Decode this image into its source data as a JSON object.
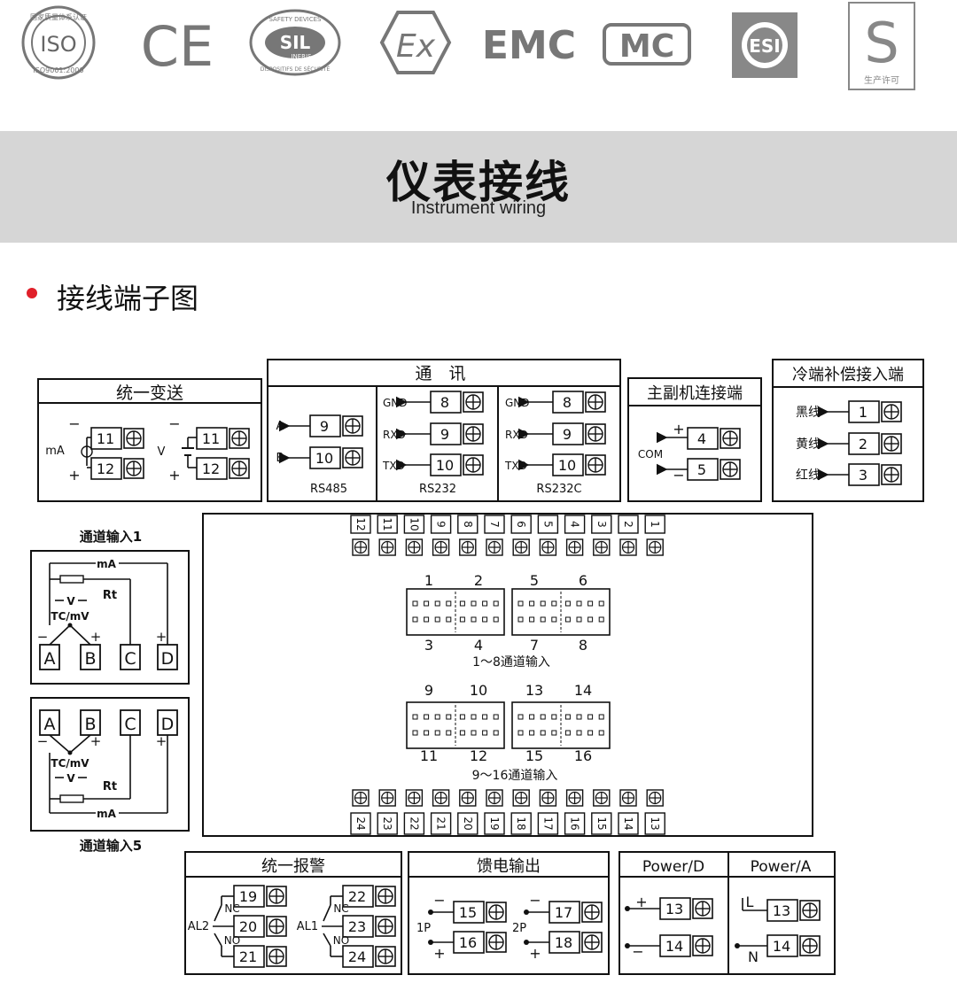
{
  "logos": {
    "iso_text": "ISO",
    "iso_arc": "国家质量体系认证",
    "iso_bottom": "ISO9001:2000",
    "ce_text": "CE",
    "sil_text": "SIL",
    "sil_sub": "INERIS",
    "sil_top": "SAFETY DEVICES",
    "sil_bottom": "DISPOSITIFS DE SÉCURITÉ",
    "ex_text": "Ex",
    "emc_text": "EMC",
    "mc_text": "MC",
    "esi_text": "ESI",
    "s_text": "S",
    "s_caption": "生产许可"
  },
  "title": {
    "zh": "仪表接线",
    "en": "Instrument wiring"
  },
  "section": {
    "label": "接线端子图"
  },
  "diagram": {
    "box_transmit": {
      "title": "统一变送",
      "ma": "mA",
      "v": "V",
      "minus": "−",
      "plus": "+",
      "t1": "11",
      "t2": "12"
    },
    "box_comm": {
      "title": "通　讯",
      "a": "A",
      "b": "B",
      "t9": "9",
      "t10": "10",
      "t8": "8",
      "gnd": "GND",
      "rxd": "RXD",
      "txd": "TXD",
      "rs485": "RS485",
      "rs232": "RS232",
      "rs232c": "RS232C"
    },
    "box_master": {
      "title": "主副机连接端",
      "com": "COM",
      "plus": "+",
      "minus": "−",
      "t4": "4",
      "t5": "5"
    },
    "box_cj": {
      "title": "冷端补偿接入端",
      "black": "黑线",
      "yellow": "黄线",
      "red": "红线",
      "t1": "1",
      "t2": "2",
      "t3": "3"
    },
    "ch1": {
      "title": "通道输入1",
      "ma": "mA",
      "rt": "Rt",
      "v": "V",
      "tc": "TC/mV",
      "a": "A",
      "b": "B",
      "c": "C",
      "d": "D",
      "minus": "−",
      "plus": "+"
    },
    "ch5": {
      "title": "通道输入5"
    },
    "main": {
      "top_terms": [
        "12",
        "11",
        "10",
        "9",
        "8",
        "7",
        "6",
        "5",
        "4",
        "3",
        "2",
        "1"
      ],
      "bottom_terms": [
        "24",
        "23",
        "22",
        "21",
        "20",
        "19",
        "18",
        "17",
        "16",
        "15",
        "14",
        "13"
      ],
      "g1_top": [
        "1",
        "2",
        "5",
        "6"
      ],
      "g1_bottom": [
        "3",
        "4",
        "7",
        "8"
      ],
      "g1_caption": "1～8通道输入",
      "g2_top": [
        "9",
        "10",
        "13",
        "14"
      ],
      "g2_bottom": [
        "11",
        "12",
        "15",
        "16"
      ],
      "g2_caption": "9～16通道输入"
    },
    "alarm": {
      "title": "统一报警",
      "nc": "NC",
      "no": "NO",
      "al2": "AL2",
      "al1": "AL1",
      "t19": "19",
      "t20": "20",
      "t21": "21",
      "t22": "22",
      "t23": "23",
      "t24": "24"
    },
    "feed": {
      "title": "馈电输出",
      "p1": "1P",
      "p2": "2P",
      "t15": "15",
      "t16": "16",
      "t17": "17",
      "t18": "18",
      "minus": "−",
      "plus": "+"
    },
    "power_d": {
      "title": "Power/D",
      "plus": "+",
      "minus": "−",
      "t13": "13",
      "t14": "14"
    },
    "power_a": {
      "title": "Power/A",
      "l": "L",
      "n": "N",
      "t13": "13",
      "t14": "14"
    }
  }
}
